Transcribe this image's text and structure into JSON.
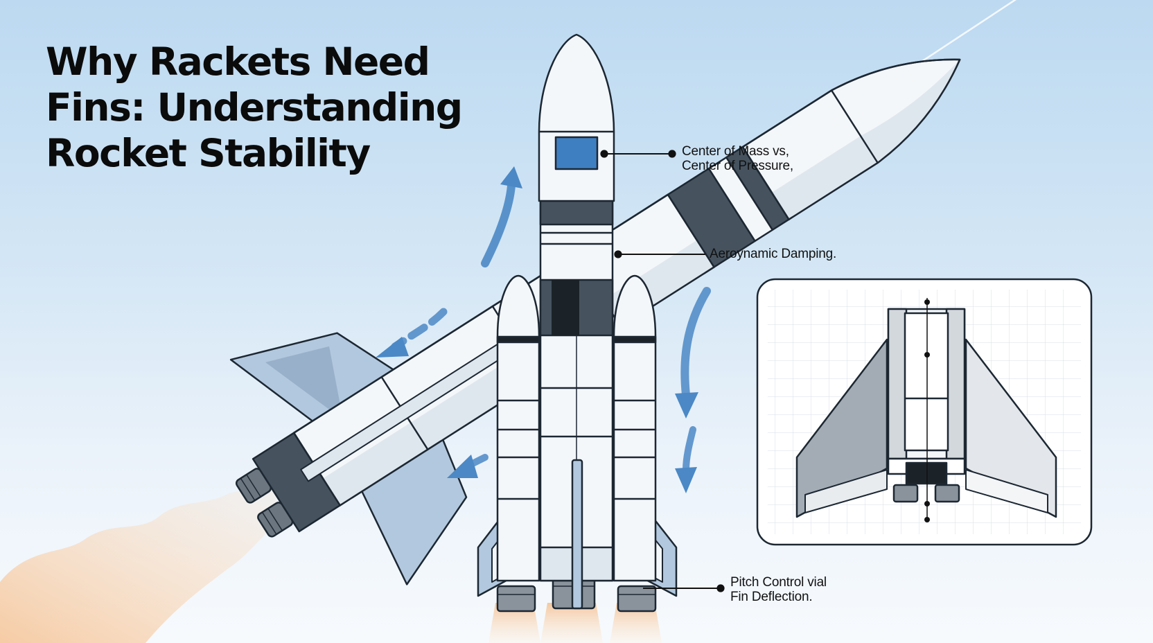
{
  "title": {
    "line1": "Why Rackets Need",
    "line2": "Fins: Understanding",
    "line3": "Rocket Stability"
  },
  "labels": {
    "center_of_mass": {
      "line1": "Center of Mass vs,",
      "line2": "Center of Pressure,"
    },
    "aero_damping": "Aeroynamic Damping.",
    "pitch_control": {
      "line1": "Pitch Control vial",
      "line2": "Fin Deflection."
    }
  },
  "colors": {
    "sky_top": "#bcd9f1",
    "sky_bottom": "#f7fafd",
    "outline": "#1c2732",
    "body_white": "#f4f7fa",
    "body_shade": "#dfe7ee",
    "band_dark": "#46535f",
    "band_black": "#1c2328",
    "fin_blue": "#b2c8de",
    "window_blue": "#3e7fc1",
    "arrow_blue": "#4b88c5",
    "exhaust": "#f6c9a0",
    "panel_bg": "#ffffff",
    "fin_gray": "#a3abb4"
  },
  "icons": [
    "curved-arrow-icon",
    "dashed-arrow-icon",
    "exhaust-plume-icon"
  ]
}
